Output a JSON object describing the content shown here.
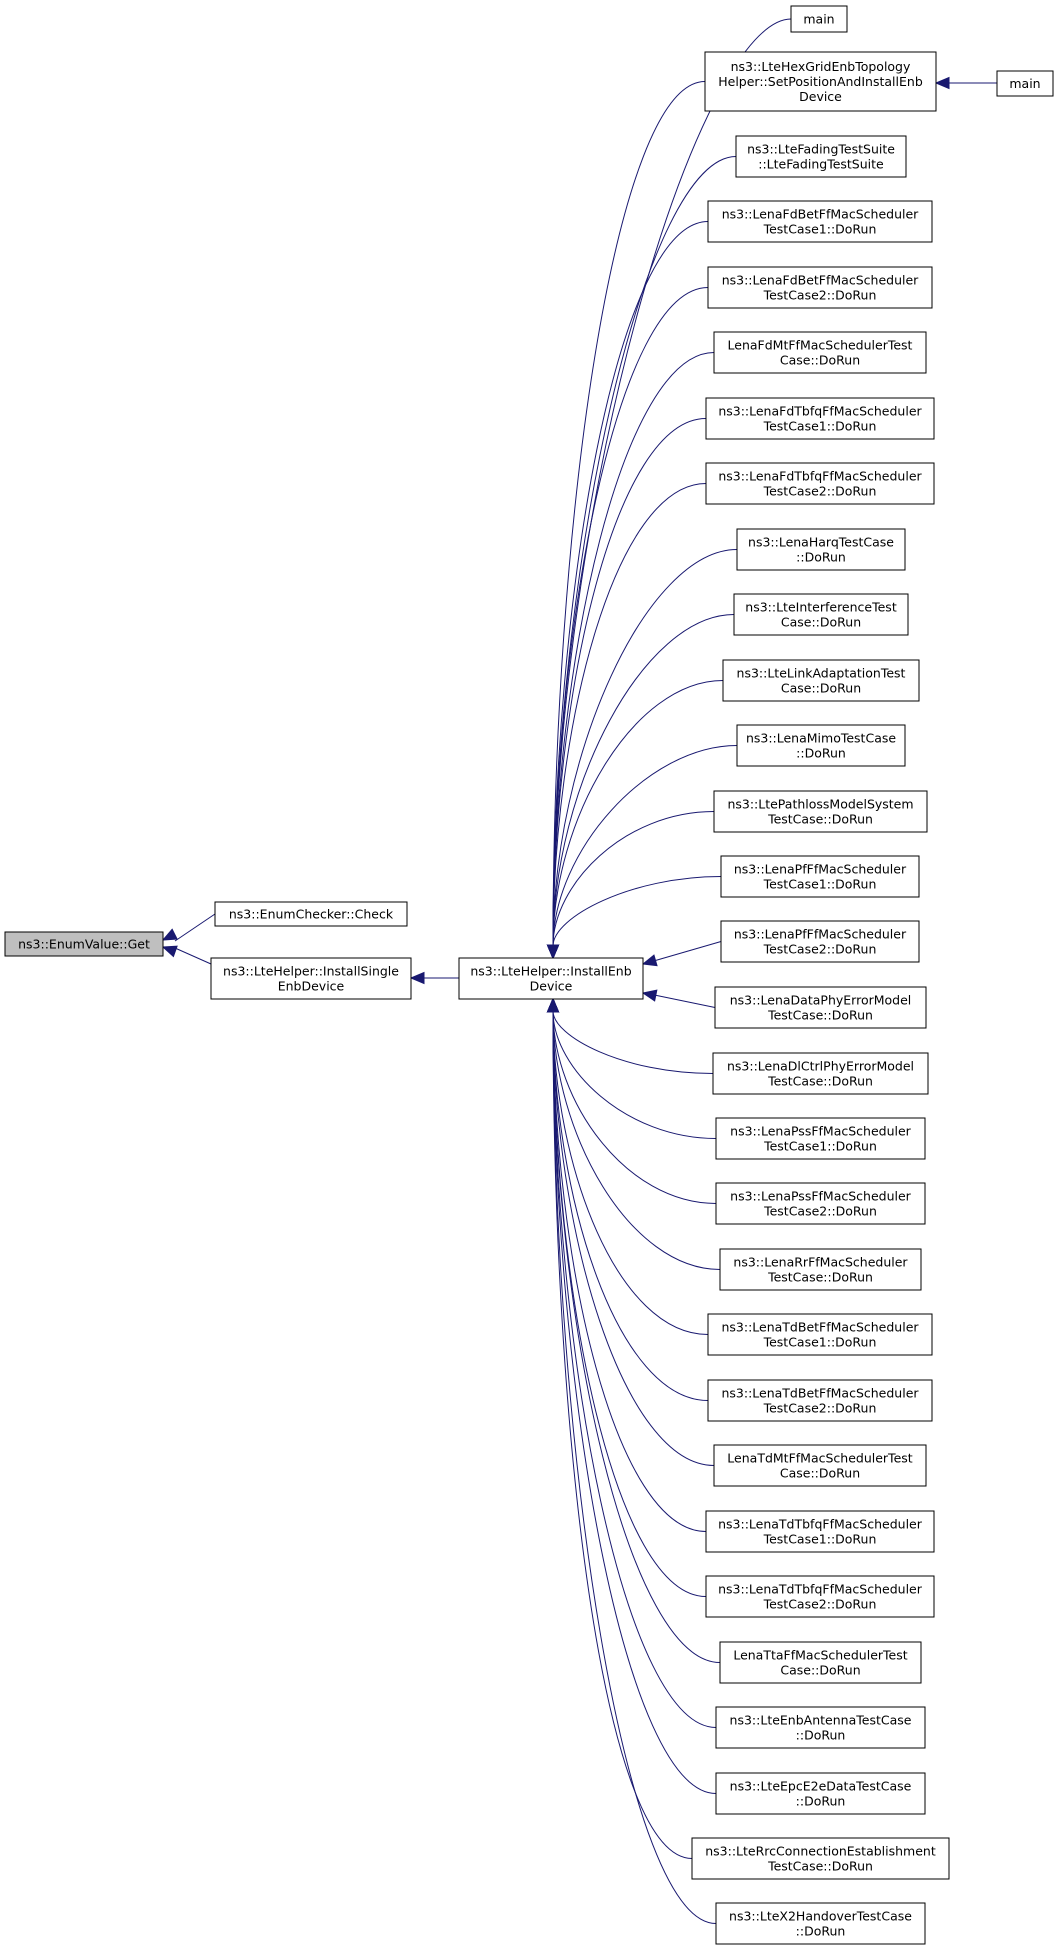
{
  "colors": {
    "edge": "#191970",
    "focus_fill": "#bfbfbf",
    "node_fill": "#ffffff",
    "node_stroke": "#000000"
  },
  "nodes": {
    "enum_get": [
      "ns3::EnumValue::Get"
    ],
    "enum_check": [
      "ns3::EnumChecker::Check"
    ],
    "install_single": [
      "ns3::LteHelper::InstallSingle",
      "EnbDevice"
    ],
    "install_enb": [
      "ns3::LteHelper::InstallEnb",
      "Device"
    ],
    "main_top": [
      "main"
    ],
    "hexgrid": [
      "ns3::LteHexGridEnbTopology",
      "Helper::SetPositionAndInstallEnb",
      "Device"
    ],
    "main_right": [
      "main"
    ],
    "fading": [
      "ns3::LteFadingTestSuite",
      "::LteFadingTestSuite"
    ],
    "fdbet1": [
      "ns3::LenaFdBetFfMacScheduler",
      "TestCase1::DoRun"
    ],
    "fdbet2": [
      "ns3::LenaFdBetFfMacScheduler",
      "TestCase2::DoRun"
    ],
    "fdmt": [
      "LenaFdMtFfMacSchedulerTest",
      "Case::DoRun"
    ],
    "fdtbfq1": [
      "ns3::LenaFdTbfqFfMacScheduler",
      "TestCase1::DoRun"
    ],
    "fdtbfq2": [
      "ns3::LenaFdTbfqFfMacScheduler",
      "TestCase2::DoRun"
    ],
    "harq": [
      "ns3::LenaHarqTestCase",
      "::DoRun"
    ],
    "interference": [
      "ns3::LteInterferenceTest",
      "Case::DoRun"
    ],
    "linkadapt": [
      "ns3::LteLinkAdaptationTest",
      "Case::DoRun"
    ],
    "mimo": [
      "ns3::LenaMimoTestCase",
      "::DoRun"
    ],
    "pathloss": [
      "ns3::LtePathlossModelSystem",
      "TestCase::DoRun"
    ],
    "pf1": [
      "ns3::LenaPfFfMacScheduler",
      "TestCase1::DoRun"
    ],
    "pf2": [
      "ns3::LenaPfFfMacScheduler",
      "TestCase2::DoRun"
    ],
    "dataphy": [
      "ns3::LenaDataPhyErrorModel",
      "TestCase::DoRun"
    ],
    "dlctrl": [
      "ns3::LenaDlCtrlPhyErrorModel",
      "TestCase::DoRun"
    ],
    "pss1": [
      "ns3::LenaPssFfMacScheduler",
      "TestCase1::DoRun"
    ],
    "pss2": [
      "ns3::LenaPssFfMacScheduler",
      "TestCase2::DoRun"
    ],
    "rr": [
      "ns3::LenaRrFfMacScheduler",
      "TestCase::DoRun"
    ],
    "tdbet1": [
      "ns3::LenaTdBetFfMacScheduler",
      "TestCase1::DoRun"
    ],
    "tdbet2": [
      "ns3::LenaTdBetFfMacScheduler",
      "TestCase2::DoRun"
    ],
    "tdmt": [
      "LenaTdMtFfMacSchedulerTest",
      "Case::DoRun"
    ],
    "tdtbfq1": [
      "ns3::LenaTdTbfqFfMacScheduler",
      "TestCase1::DoRun"
    ],
    "tdtbfq2": [
      "ns3::LenaTdTbfqFfMacScheduler",
      "TestCase2::DoRun"
    ],
    "tta": [
      "LenaTtaFfMacSchedulerTest",
      "Case::DoRun"
    ],
    "antenna": [
      "ns3::LteEnbAntennaTestCase",
      "::DoRun"
    ],
    "epc": [
      "ns3::LteEpcE2eDataTestCase",
      "::DoRun"
    ],
    "rrc": [
      "ns3::LteRrcConnectionEstablishment",
      "TestCase::DoRun"
    ],
    "x2": [
      "ns3::LteX2HandoverTestCase",
      "::DoRun"
    ]
  }
}
